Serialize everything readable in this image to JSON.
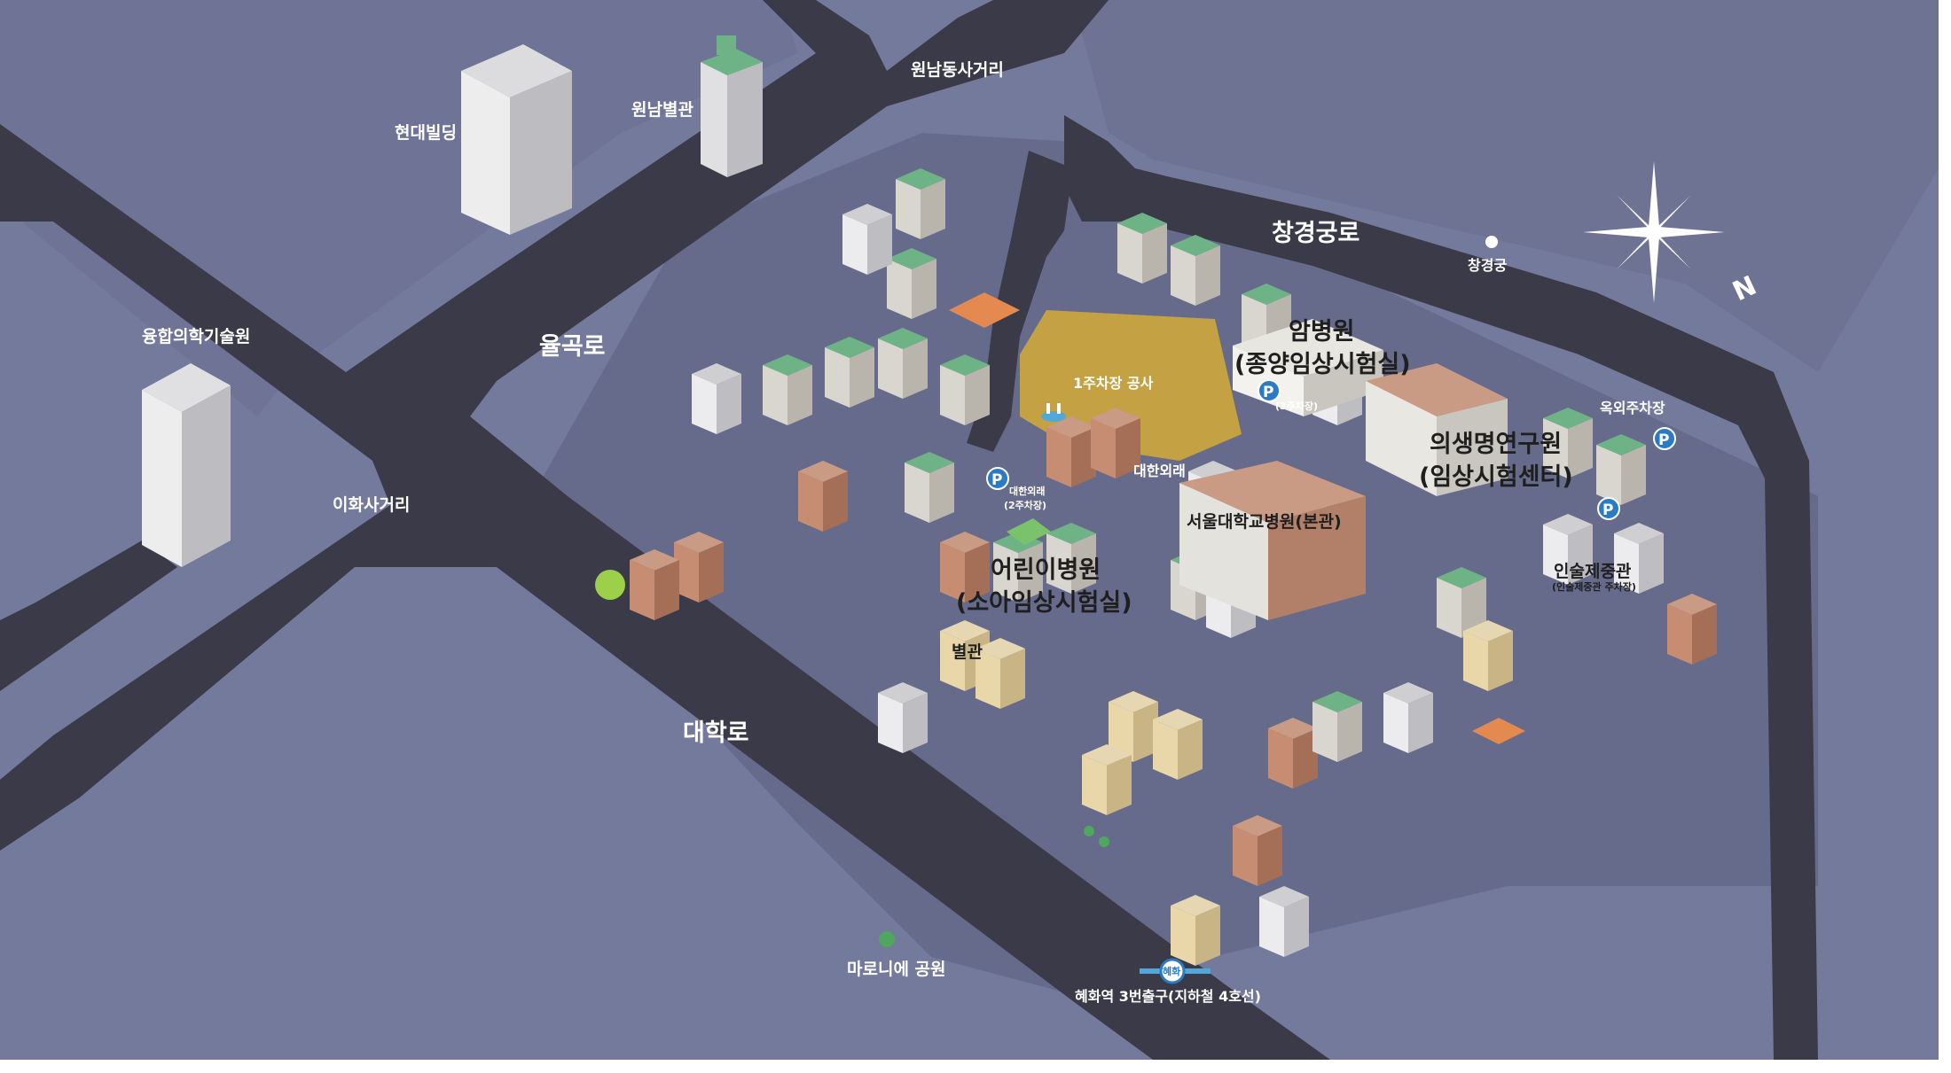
{
  "colors": {
    "ground": "#747a9b",
    "road": "#3a3a48",
    "block": "#676b8b",
    "roof_green": "#6db386",
    "construction": "#c4a143",
    "parking_badge": "#2b7bc2"
  },
  "roads": {
    "wonnam": "원남동사거리",
    "changgyeonggung_ro": "창경궁로",
    "yulgok": "율곡로",
    "ihwa": "이화사거리",
    "daehak": "대학로"
  },
  "landmarks": {
    "hyundai": "현대빌딩",
    "wonnam_annex": "원남별관",
    "convergence": "융합의학기술원",
    "changgyeonggung": "창경궁",
    "marronnier": "마로니에 공원",
    "station_exit": "혜화역 3번출구(지하철 4호선)",
    "station_code": "혜화"
  },
  "buildings": {
    "cancer_1": "암병원",
    "cancer_2": "(종양임상시험실)",
    "research_1": "의생명연구원",
    "research_2": "(임상시험센터)",
    "main": "서울대학교병원(본관)",
    "children_1": "어린이병원",
    "children_2": "(소아임상시험실)",
    "annex": "별관",
    "daehan": "대한외래",
    "insul": "인술제중관",
    "insul_sub": "(인술제중관 주차장)"
  },
  "parking": {
    "construction": "1주차장 공사",
    "lot2_1": "대한외래",
    "lot2_2": "(2주차장)",
    "lot3": "(3주차장)",
    "outdoor": "옥외주차장",
    "symbol": "P"
  },
  "compass": {
    "north": "N"
  }
}
